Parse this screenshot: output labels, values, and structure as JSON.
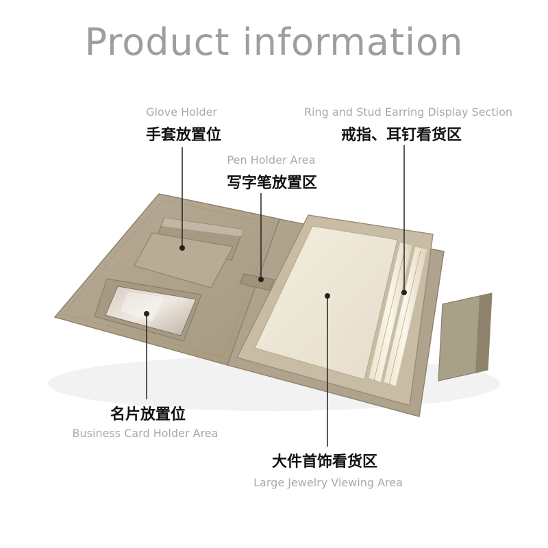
{
  "title": "Product information",
  "labels": {
    "glove": {
      "en": "Glove Holder",
      "zh": "手套放置位"
    },
    "ring": {
      "en": "Ring and Stud Earring Display Section",
      "zh": "戒指、耳钉看货区"
    },
    "pen": {
      "en": "Pen Holder Area",
      "zh": "写字笔放置区"
    },
    "card": {
      "zh": "名片放置位",
      "en": "Business Card Holder Area"
    },
    "large": {
      "zh": "大件首饰看货区",
      "en": "Large Jewelry Viewing Area"
    }
  },
  "colors": {
    "leather": "#b2a693",
    "leather_dark": "#8f836f",
    "inner_tray": "#efe9da",
    "title_gray": "#9e9e9e"
  }
}
